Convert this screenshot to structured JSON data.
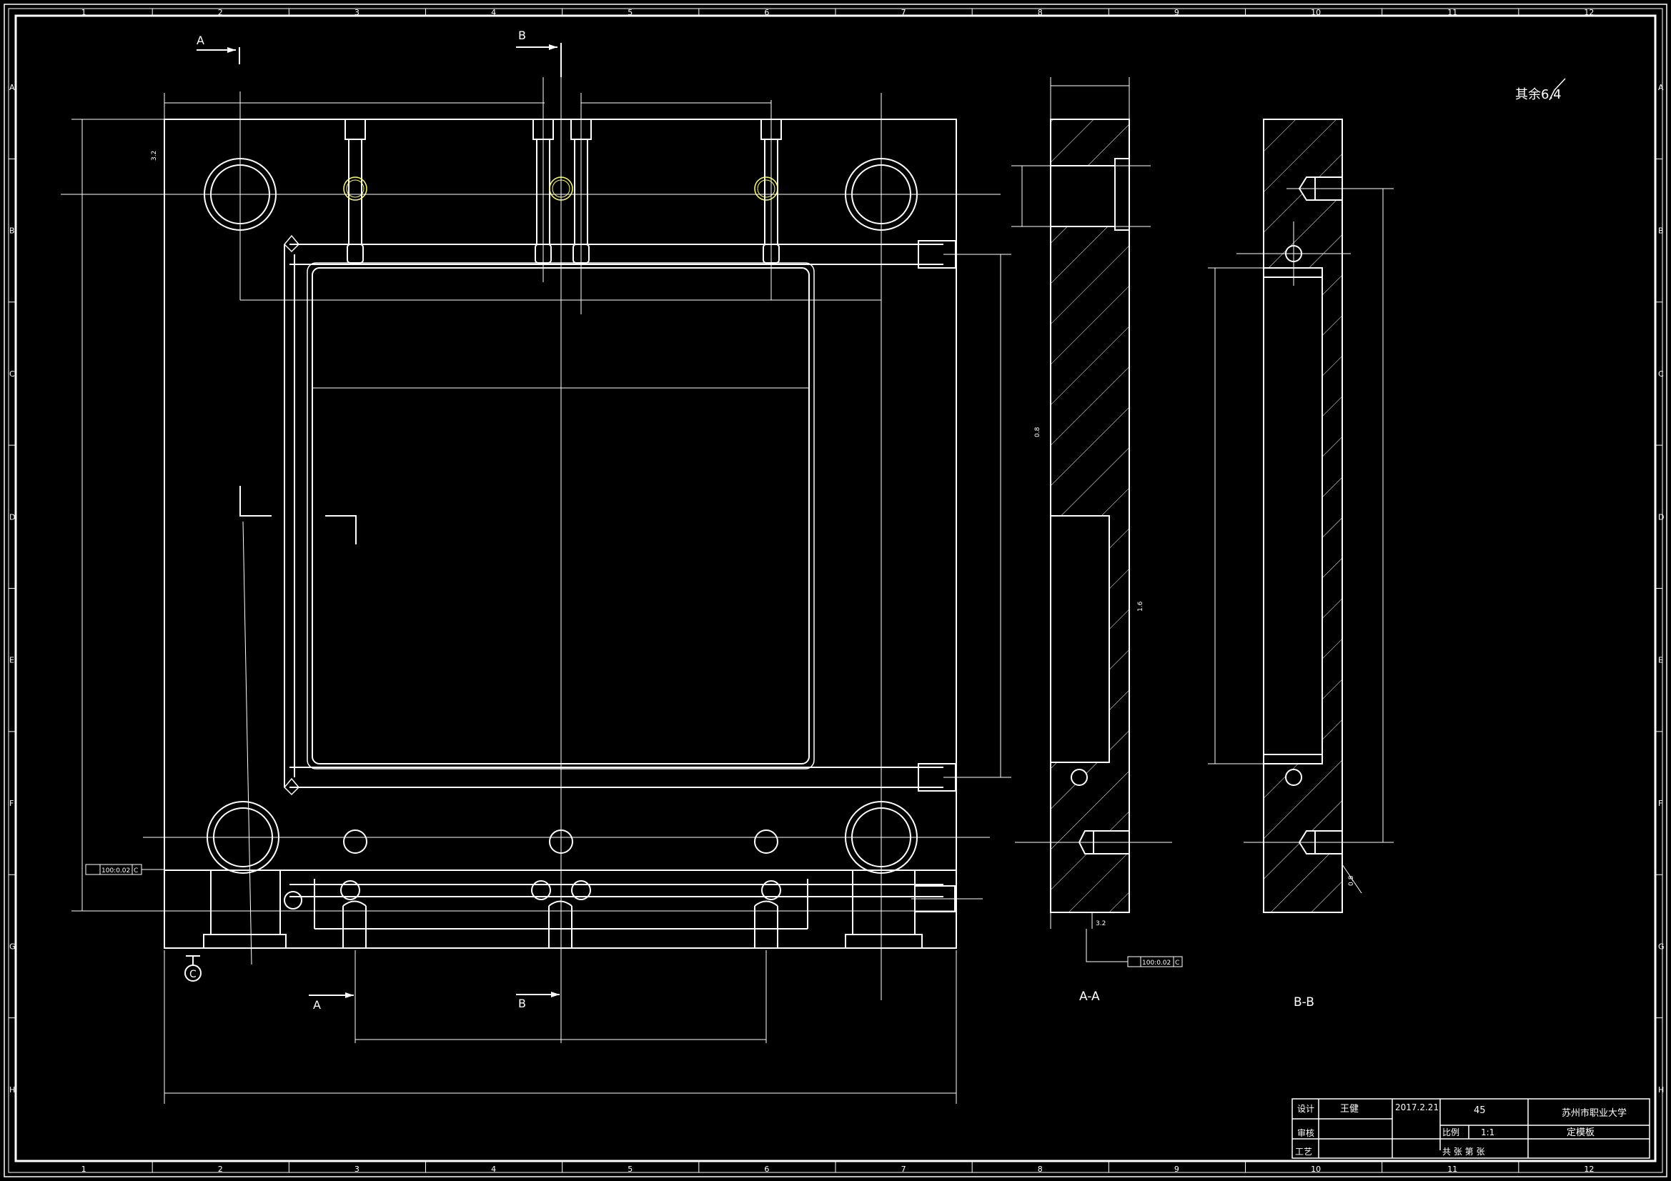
{
  "frame": {
    "columns": [
      "1",
      "2",
      "3",
      "4",
      "5",
      "6",
      "7",
      "8",
      "9",
      "10",
      "11",
      "12"
    ],
    "rows": [
      "A",
      "B",
      "C",
      "D",
      "E",
      "F",
      "G",
      "H"
    ]
  },
  "views": {
    "section_a": "A",
    "section_b": "B",
    "view_aa": "A-A",
    "view_bb": "B-B"
  },
  "roughness_note": "其余6.4",
  "datum": "C",
  "tolerance_frame": {
    "value": "100:0.02",
    "datum": "C"
  },
  "roughness_marks": {
    "r32a": "3.2",
    "r32b": "3.2",
    "r16": "1.6",
    "r08a": "0.8",
    "r08b": "0.8"
  },
  "title_block": {
    "design_label": "设计",
    "designer": "王健",
    "date": "2017.2.21",
    "material": "45",
    "school": "苏州市职业大学",
    "review_label": "审核",
    "scale_label": "比例",
    "scale": "1:1",
    "part_name": "定模板",
    "process_label": "工艺",
    "sheets": "共 张 第 张"
  },
  "colors": {
    "line": "#ffffff",
    "hatch": "#ffffff",
    "hole": "#ffff66",
    "background": "#000000"
  }
}
